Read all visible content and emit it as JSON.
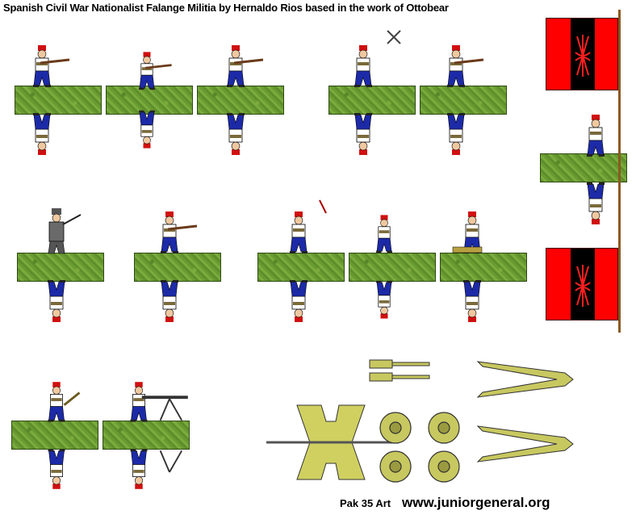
{
  "sheet": {
    "title": "Spanish Civil War Nationalist Falange Militia by Hernaldo Rios based in the work of Ottobear",
    "caption": "Pak 35 Art",
    "website": "www.juniorgeneral.org"
  },
  "colors": {
    "base_green": "#6f9f35",
    "flag_red": "#ff0000",
    "flag_black": "#000000",
    "shirt": "#ffffff",
    "trousers": "#1c2aa8",
    "cap": "#d01010",
    "gun_khaki": "#c8c860"
  }
}
